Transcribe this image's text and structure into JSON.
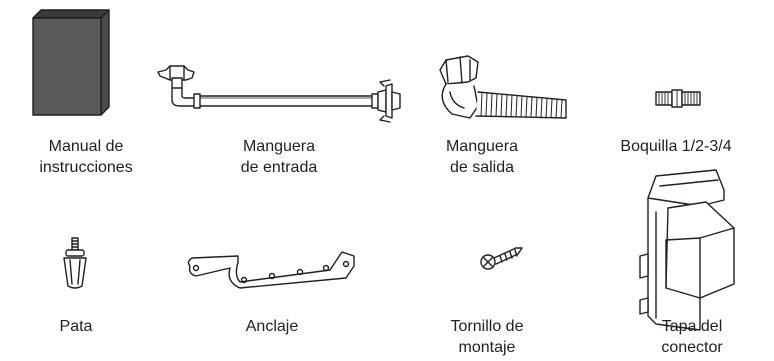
{
  "items": [
    {
      "icon": "manual-icon",
      "lines": [
        "Manual de",
        "instrucciones"
      ]
    },
    {
      "icon": "inlet-hose-icon",
      "lines": [
        "Manguera",
        "de entrada"
      ]
    },
    {
      "icon": "outlet-hose-icon",
      "lines": [
        "Manguera",
        "de salida"
      ]
    },
    {
      "icon": "nozzle-icon",
      "lines": [
        "Boquilla 1/2-3/4",
        ""
      ]
    },
    {
      "icon": "foot-icon",
      "lines": [
        "Pata",
        ""
      ]
    },
    {
      "icon": "anchor-bracket-icon",
      "lines": [
        "Anclaje",
        ""
      ]
    },
    {
      "icon": "mounting-screw-icon",
      "lines": [
        "Tornillo de",
        "montaje"
      ]
    },
    {
      "icon": "connector-cover-icon",
      "lines": [
        "Tapa del",
        "conector"
      ]
    }
  ]
}
